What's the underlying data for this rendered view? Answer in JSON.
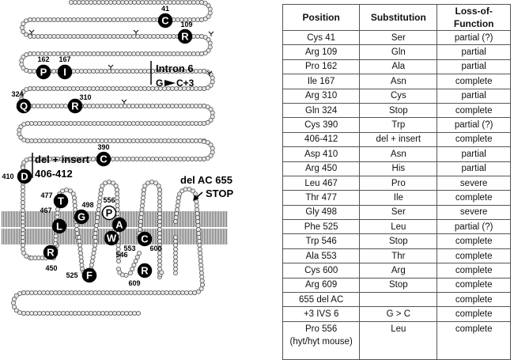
{
  "table": {
    "headers": [
      "Position",
      "Substitution",
      "Loss-of-Function"
    ],
    "rows": [
      [
        "Cys 41",
        "Ser",
        "partial (?)"
      ],
      [
        "Arg 109",
        "Gln",
        "partial"
      ],
      [
        "Pro 162",
        "Ala",
        "partial"
      ],
      [
        "Ile 167",
        "Asn",
        "complete"
      ],
      [
        "Arg 310",
        "Cys",
        "partial"
      ],
      [
        "Gln 324",
        "Stop",
        "complete"
      ],
      [
        "Cys 390",
        "Trp",
        "partial (?)"
      ],
      [
        "406-412",
        "del + insert",
        "complete"
      ],
      [
        "Asp 410",
        "Asn",
        "partial"
      ],
      [
        "Arg 450",
        "His",
        "partial"
      ],
      [
        "Leu 467",
        "Pro",
        "severe"
      ],
      [
        "Thr 477",
        "Ile",
        "complete"
      ],
      [
        "Gly 498",
        "Ser",
        "severe"
      ],
      [
        "Phe 525",
        "Leu",
        "partial (?)"
      ],
      [
        "Trp 546",
        "Stop",
        "complete"
      ],
      [
        "Ala 553",
        "Thr",
        "complete"
      ],
      [
        "Cys 600",
        "Arg",
        "complete"
      ],
      [
        "Arg 609",
        "Stop",
        "complete"
      ],
      [
        "655 del AC",
        "",
        "complete"
      ],
      [
        "+3 IVS 6",
        "G > C",
        "complete"
      ],
      [
        "Pro 556\n(hyt/hyt mouse)",
        "Leu",
        "complete"
      ]
    ]
  },
  "diagram": {
    "annotations": {
      "intron_title": "Intron 6",
      "intron_change_left": "G",
      "intron_change_right": "C+3",
      "del_insert_title": "del + insert",
      "del_insert_range": "406-412",
      "del_ac_title": "del AC 655",
      "del_ac_stop": "STOP"
    },
    "markers": [
      {
        "letter": "C",
        "number": "41",
        "style": "filled"
      },
      {
        "letter": "R",
        "number": "109",
        "style": "filled"
      },
      {
        "letter": "P",
        "number": "162",
        "style": "filled"
      },
      {
        "letter": "I",
        "number": "167",
        "style": "filled"
      },
      {
        "letter": "R",
        "number": "310",
        "style": "filled"
      },
      {
        "letter": "Q",
        "number": "324",
        "style": "filled"
      },
      {
        "letter": "C",
        "number": "390",
        "style": "filled"
      },
      {
        "letter": "D",
        "number": "410",
        "style": "filled"
      },
      {
        "letter": "R",
        "number": "450",
        "style": "filled"
      },
      {
        "letter": "L",
        "number": "467",
        "style": "filled"
      },
      {
        "letter": "T",
        "number": "477",
        "style": "filled"
      },
      {
        "letter": "G",
        "number": "498",
        "style": "filled"
      },
      {
        "letter": "F",
        "number": "525",
        "style": "filled"
      },
      {
        "letter": "W",
        "number": "546",
        "style": "filled"
      },
      {
        "letter": "A",
        "number": "553",
        "style": "filled"
      },
      {
        "letter": "P",
        "number": "556",
        "style": "open"
      },
      {
        "letter": "C",
        "number": "600",
        "style": "filled"
      },
      {
        "letter": "R",
        "number": "609",
        "style": "filled"
      }
    ]
  }
}
